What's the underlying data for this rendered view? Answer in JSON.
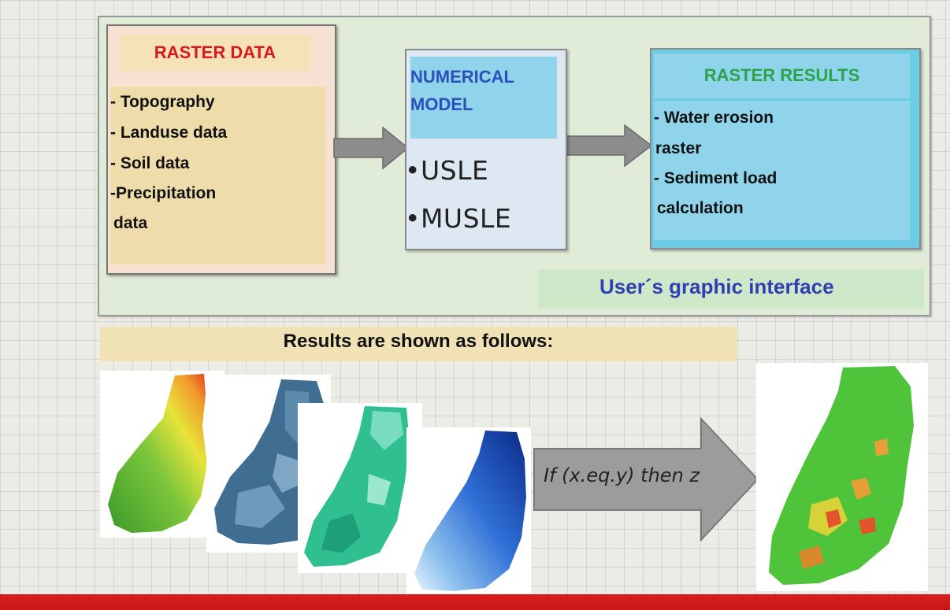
{
  "raster_data": {
    "title": "RASTER DATA",
    "items": [
      "- Topography",
      "- Landuse data",
      "- Soil data",
      "-Precipitation",
      "data"
    ]
  },
  "numerical_model": {
    "title_line1": "NUMERICAL",
    "title_line2": "MODEL",
    "items": [
      "•USLE",
      "•MUSLE"
    ]
  },
  "raster_results": {
    "title": "RASTER RESULTS",
    "items": [
      "- Water erosion",
      "raster",
      "- Sediment load",
      "calculation"
    ]
  },
  "interface_label": "User´s graphic interface",
  "results_banner": "Results are shown as follows:",
  "rule_text": "If (x.eq.y) then z",
  "colors": {
    "raster_title": "#d7191c",
    "model_title": "#2d4fb9",
    "results_title": "#2ba34a",
    "interface_text": "#2e3fb3",
    "bottom_bar": "#d91e1e"
  }
}
